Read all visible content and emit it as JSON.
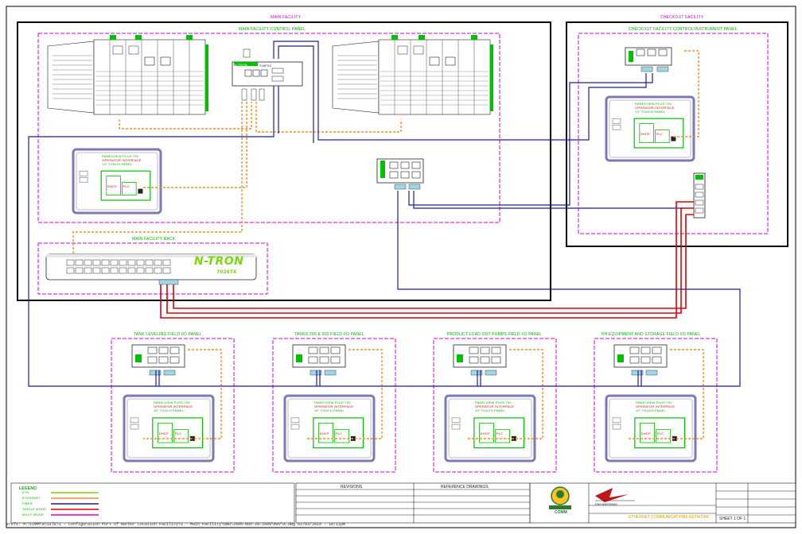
{
  "areas": {
    "main_facility": "MAIN FACILITY",
    "remote_facility": "CHECKOUT FACILITY",
    "main_control_panel": "MAIN FACILITY CONTROL PANEL",
    "remote_panel": "CHECKOUT FACILITY CONTROL/INSTRUMENT PANEL",
    "main_rack": "MAIN FACILITY RACK",
    "field_panel_1": "TANK LEVELING FIELD I/O PANEL",
    "field_panel_2": "TANKS 200 & 300 FIELD I/O PANEL",
    "field_panel_3": "PRODUCT LOAD OUT PUMPS FIELD I/O PANEL",
    "field_panel_4": "PH EQUIPMENT AND STORAGE FIELD I/O PANEL"
  },
  "device_labels": {
    "hmi_title": "PANELVIEW PLUS 700",
    "hmi_sub": "OPERATOR INTERFACE",
    "hmi_sub2": "10\" TOUCH PANEL",
    "sw_brand": "N-TRON",
    "sw_model": "716FX2",
    "rack_brand": "N-TRON",
    "rack_model": "7026TX",
    "code_a": "DHCP",
    "code_b": "PLC"
  },
  "legend": {
    "title": "LEGEND",
    "items": [
      {
        "name": "ETH",
        "color": "#7bd60b"
      },
      {
        "name": "ETHERNET",
        "color": "#f28c28"
      },
      {
        "name": "FIBER",
        "color": "#1a1aa6"
      },
      {
        "name": "SINGLE MODE",
        "color": "#e00000"
      },
      {
        "name": "MULTI MODE",
        "color": "#d400d4"
      }
    ]
  },
  "title_block": {
    "revisions": "REVISIONS",
    "reference": "REFERENCE DRAWINGS",
    "company_a": "COMM",
    "company_b": "ENGINEERING",
    "drawing_title": "ETHERNET COMMUNICATIONS NETWORK",
    "sheet": "SHEET 1 OF 1"
  },
  "footer_text": "xrefs: M:\\COMM\\A\\SITE\\1 - Configuration Port of Harbor Location Facility\\1 - Main Facility\\DWG\\2006-005-20-2009\\Rev\\A.dwg  02/03/2010 - 10:11pm",
  "colors": {
    "frame": "#000000",
    "zone": "#d400d4",
    "green": "#00c000",
    "ethernet": "#f28c28",
    "fiber": "#1a1aa6",
    "single_mode": "#e00000"
  }
}
